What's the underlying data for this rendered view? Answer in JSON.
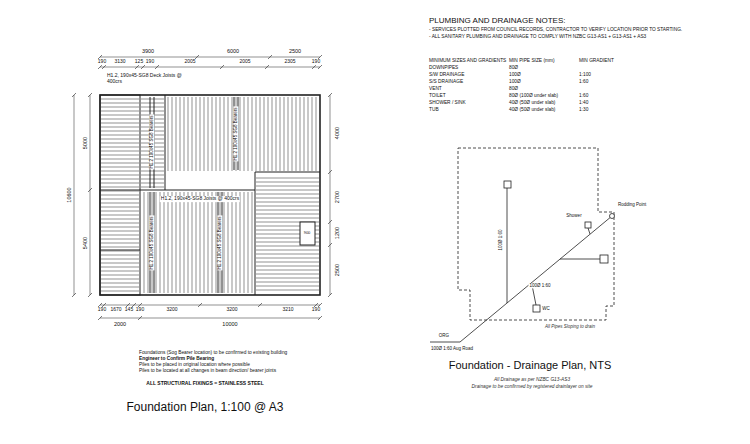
{
  "diagram": {
    "labels": [
      "3900",
      "6000",
      "2500",
      "190",
      "3130",
      "125",
      "190",
      "2005",
      "2005",
      "2305",
      "190",
      "H1.2, 190x45-SG8 Deck Joists @ 400crs",
      "10600",
      "5000",
      "5400",
      "4000",
      "2700",
      "1200",
      "2500",
      "900",
      "H1.2 190x45 SG8 Bearers",
      "H1.2 190x45 SG8 Bearers",
      "H1.2 190x45 SG8 Bearers",
      "H1.2 190x45 SG8 Bearers",
      "H1.2, 190x45-SG8 Joists @ 400crs",
      "190",
      "1670",
      "145",
      "190",
      "3200",
      "3200",
      "3210",
      "190",
      "2000",
      "10000",
      "Foundations (Sog Bearer location) to be confirmed to existing building",
      "Engineer to Confirm Pile Bearing",
      "Piles to be placed in original location where possible",
      "Piles to be located at all changes in beam direction/ bearer joints",
      "ALL STRUCTURAL FIXINGS = STAINLESS STEEL",
      "Foundation Plan, 1:100 @ A3",
      "PLUMBING AND DRAINAGE NOTES:",
      "- SERVICES PLOTTED FROM COUNCIL RECORDS, CONTRACTOR TO VERIFY LOCATION PRIOR TO STARTING.",
      "- ALL SANITARY PLUMBING AND DRAINAGE TO COMPLY WITH NZBC G13-AS1 + G13-AS1 + AS3",
      "MINIMUM SIZES AND GRADIENTS",
      "MIN PIPE SIZE (mm)",
      "MIN GRADIENT",
      "DOWNPIPES",
      "80Ø",
      "S/W DRAINAGE",
      "100Ø",
      "1:100",
      "S/S DRAINAGE",
      "100Ø",
      "1:60",
      "VENT",
      "80Ø",
      "TOILET",
      "80Ø (100Ø under slab)",
      "1:60",
      "SHOWER / SINK",
      "40Ø (50Ø under slab)",
      "1:40",
      "TUB",
      "40Ø (50Ø under slab)",
      "1:30",
      "Rodding Point",
      "100Ø 1:60",
      "100Ø 1:60",
      "Shower",
      "WC",
      "All Pipes Sloping to drain",
      "ORG",
      "100Ø 1:60 Aug Road",
      "Foundation - Drainage Plan, NTS",
      "All Drainage as per NZBC G13-AS3",
      "Drainage to be confirmed by registered drainlayer on site"
    ]
  }
}
